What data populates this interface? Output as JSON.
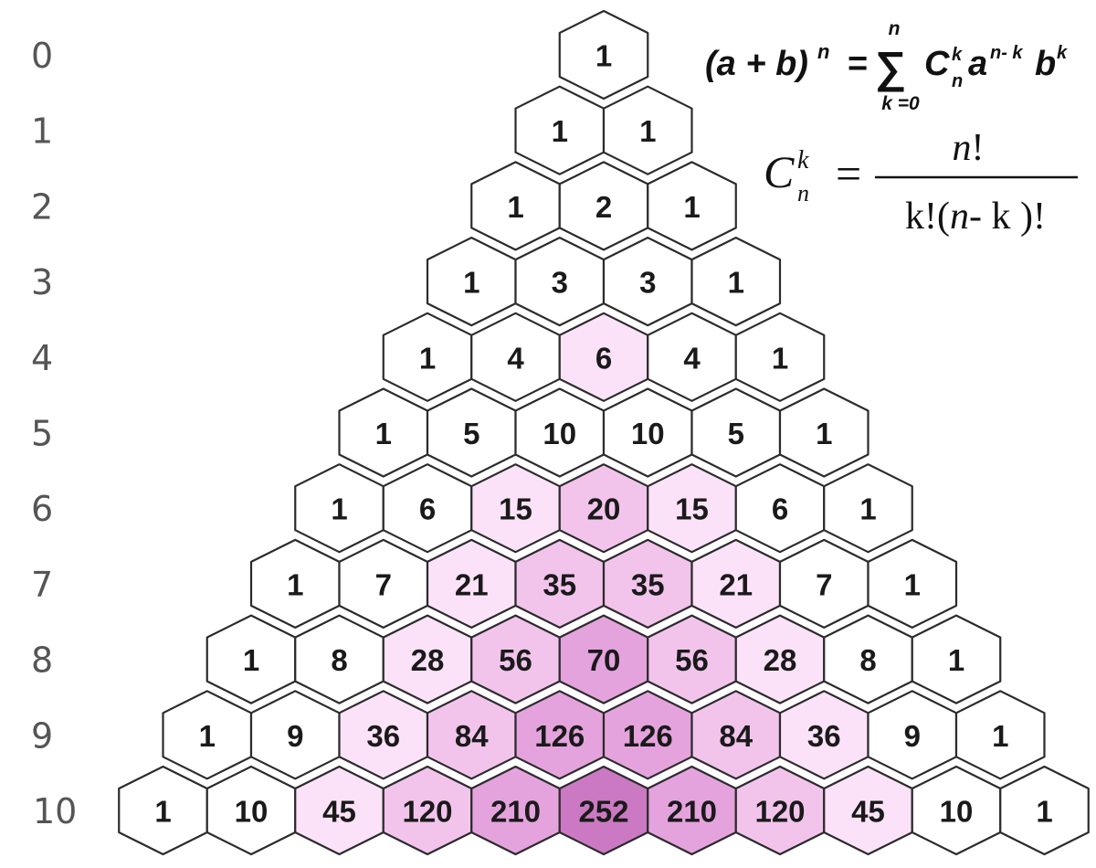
{
  "row_labels": [
    "0",
    "1",
    "2",
    "3",
    "4",
    "5",
    "6",
    "7",
    "8",
    "9",
    "10"
  ],
  "triangle": [
    [
      "1"
    ],
    [
      "1",
      "1"
    ],
    [
      "1",
      "2",
      "1"
    ],
    [
      "1",
      "3",
      "3",
      "1"
    ],
    [
      "1",
      "4",
      "6",
      "4",
      "1"
    ],
    [
      "1",
      "5",
      "10",
      "10",
      "5",
      "1"
    ],
    [
      "1",
      "6",
      "15",
      "20",
      "15",
      "6",
      "1"
    ],
    [
      "1",
      "7",
      "21",
      "35",
      "35",
      "21",
      "7",
      "1"
    ],
    [
      "1",
      "8",
      "28",
      "56",
      "70",
      "56",
      "28",
      "8",
      "1"
    ],
    [
      "1",
      "9",
      "36",
      "84",
      "126",
      "126",
      "84",
      "36",
      "9",
      "1"
    ],
    [
      "1",
      "10",
      "45",
      "120",
      "210",
      "252",
      "210",
      "120",
      "45",
      "10",
      "1"
    ]
  ],
  "colors": {
    "white": "#ffffff",
    "pink_light": "#fbe2f8",
    "pink_mid": "#f2c4ec",
    "pink_deep": "#e5a3de",
    "pink_darkest": "#cc79c3",
    "outline": "#2b2b2b"
  },
  "formula1": {
    "lhs": "(a + b)",
    "lhs_exp": "n",
    "eq": "=",
    "sum_sym": "∑",
    "sum_top": "n",
    "sum_bottom": "k =0",
    "term_C": "C",
    "term_C_sup": "k",
    "term_C_sub": "n",
    "term_a": "a",
    "term_a_exp": "n- k",
    "term_b": "b",
    "term_b_exp": "k"
  },
  "formula2": {
    "C": "C",
    "C_sup": "k",
    "C_sub": "n",
    "eq": "=",
    "numerator_var": "n",
    "numerator_bang": "!",
    "denominator": [
      "k!(",
      "n",
      "- k )!"
    ]
  }
}
